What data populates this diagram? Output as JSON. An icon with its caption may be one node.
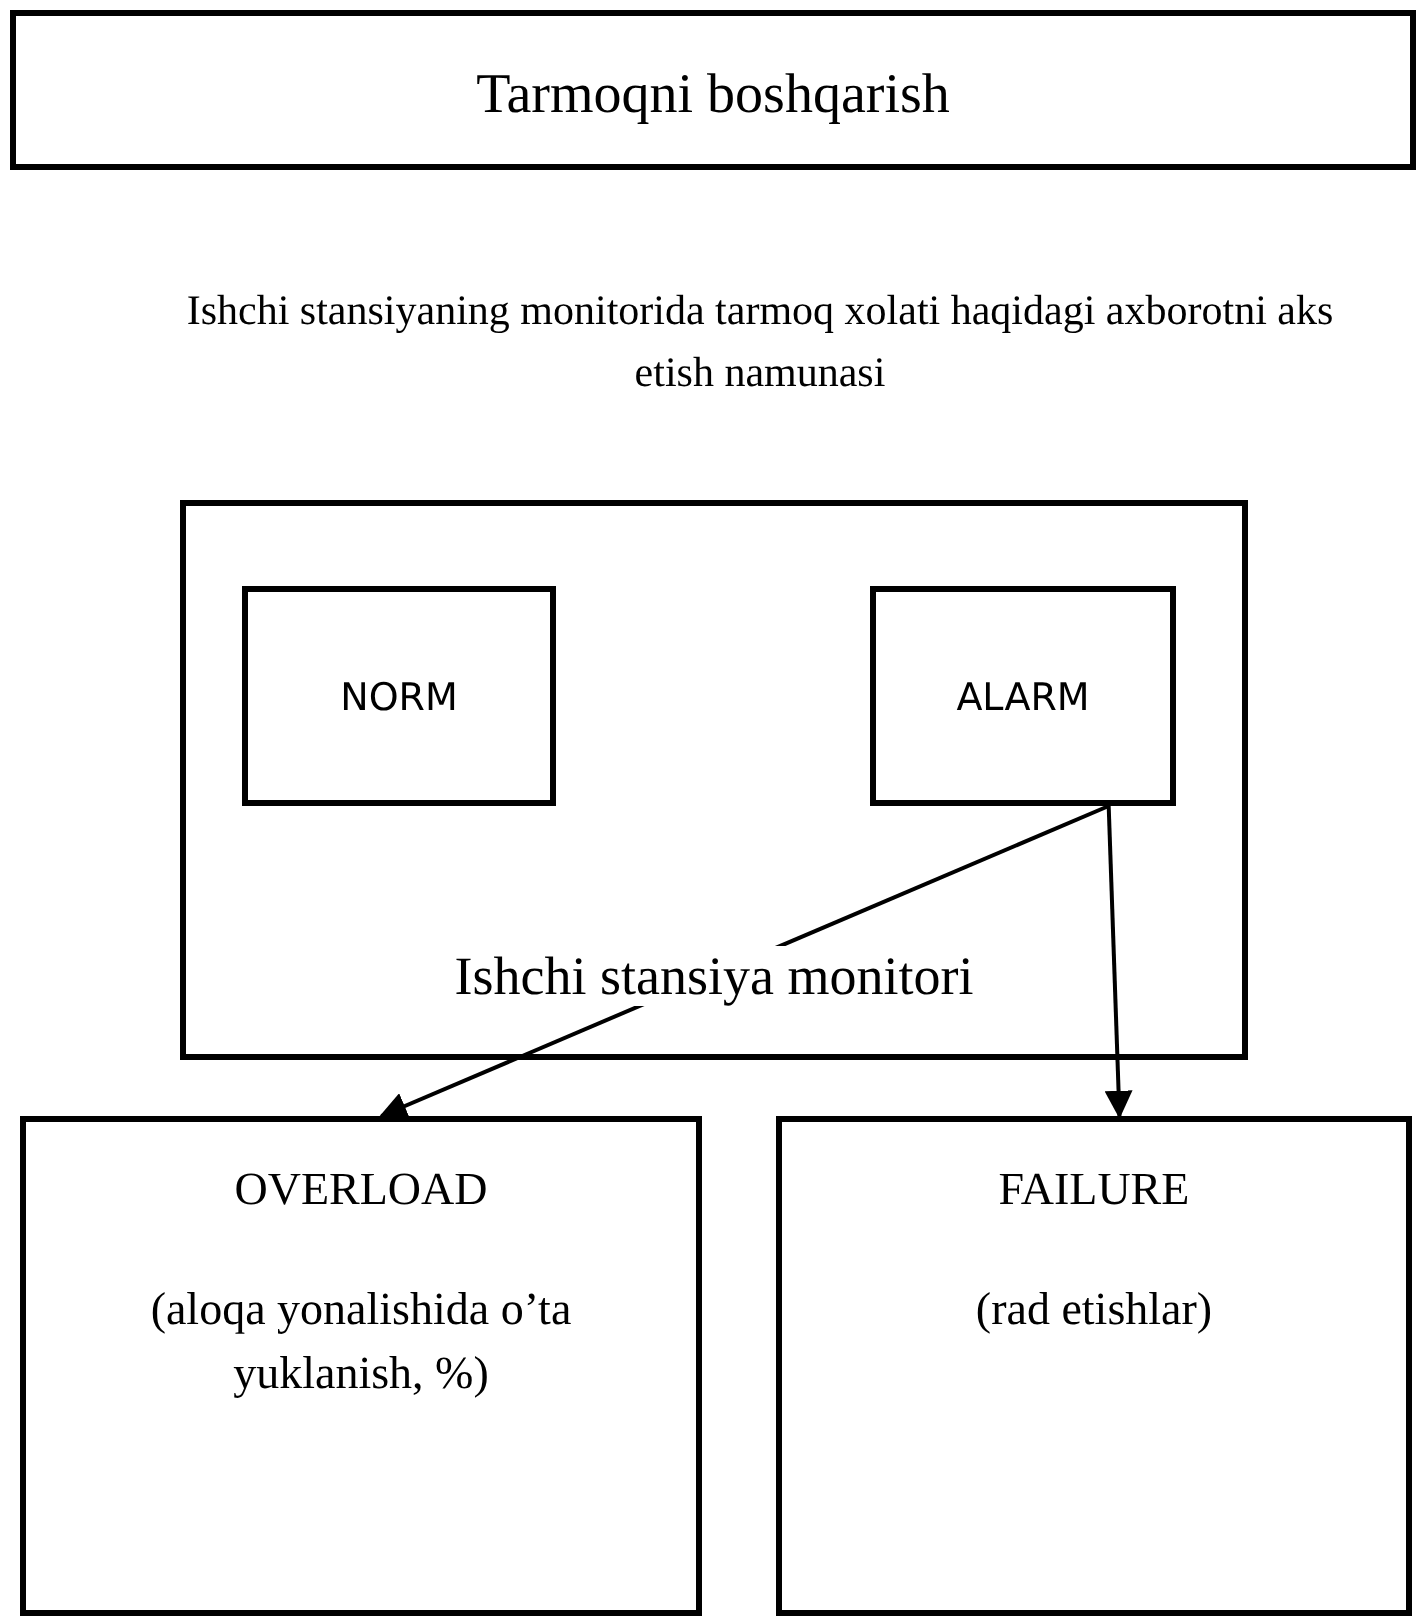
{
  "diagram": {
    "nodes": [
      {
        "text": [
          "Tarmoqni boshqarish"
        ]
      },
      {
        "text": [
          "Ishchi stansiya monitori"
        ]
      },
      {
        "text": [
          "NORM"
        ],
        "in": 1
      },
      {
        "text": [
          "ALARM"
        ],
        "in": 1
      },
      {
        "text": [
          "OVERLOAD",
          "(aloqa yonalishida o’ta yuklanish, %)"
        ]
      },
      {
        "text": [
          "FAILURE",
          "(rad etishlar)"
        ]
      }
    ],
    "edges": [
      {
        "from": 3,
        "to": 4,
        "arrow": "to"
      },
      {
        "from": 3,
        "to": 5,
        "arrow": "to"
      }
    ],
    "labels": [
      "Ishchi stansiyaning monitorida tarmoq xolati haqidagi axborotni aks etish namunasi"
    ]
  }
}
